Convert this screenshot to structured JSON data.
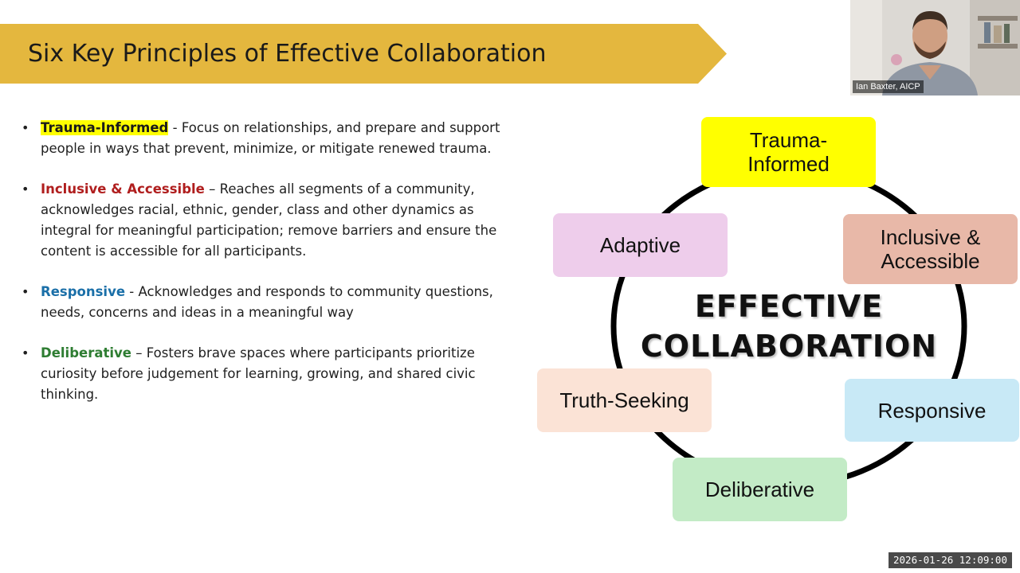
{
  "slide": {
    "title": "Six Key Principles of Effective Collaboration",
    "bullets": [
      {
        "term": "Trauma-Informed",
        "separator": " - ",
        "text": "Focus on relationships, and prepare and support people in ways that prevent, minimize, or mitigate renewed trauma."
      },
      {
        "term": "Inclusive & Accessible",
        "separator": " – ",
        "text": "Reaches all segments of a community, acknowledges racial, ethnic, gender, class and other dynamics as integral for meaningful participation; remove barriers and ensure the content is accessible for all participants."
      },
      {
        "term": "Responsive",
        "separator": " - ",
        "text": "Acknowledges and responds to community questions, needs, concerns and ideas in a meaningful way"
      },
      {
        "term": "Deliberative",
        "separator": " – ",
        "text": "Fosters brave spaces where participants prioritize curiosity before judgement for learning, growing, and shared civic thinking."
      }
    ],
    "diagram": {
      "center_line1": "EFFECTIVE",
      "center_line2": "COLLABORATION",
      "nodes": {
        "trauma_line1": "Trauma-",
        "trauma_line2": "Informed",
        "inclusive_line1": "Inclusive &",
        "inclusive_line2": "Accessible",
        "responsive": "Responsive",
        "deliberative": "Deliberative",
        "truth": "Truth-Seeking",
        "adaptive": "Adaptive"
      }
    }
  },
  "colors": {
    "banner": "#e4b73e",
    "trauma": "#ffff00",
    "inclusive_term": "#b01e1e",
    "responsive_term": "#1a6fa8",
    "deliberative_term": "#2e7d32",
    "inclusive_node": "#e8b8a8",
    "responsive_node": "#c8e9f6",
    "deliberative_node": "#c3ebc6",
    "truth_node": "#fbe3d6",
    "adaptive_node": "#eecdeb"
  },
  "webcam": {
    "participant_name": "Ian Baxter, AICP"
  },
  "timestamp": "2026-01-26 12:09:00"
}
